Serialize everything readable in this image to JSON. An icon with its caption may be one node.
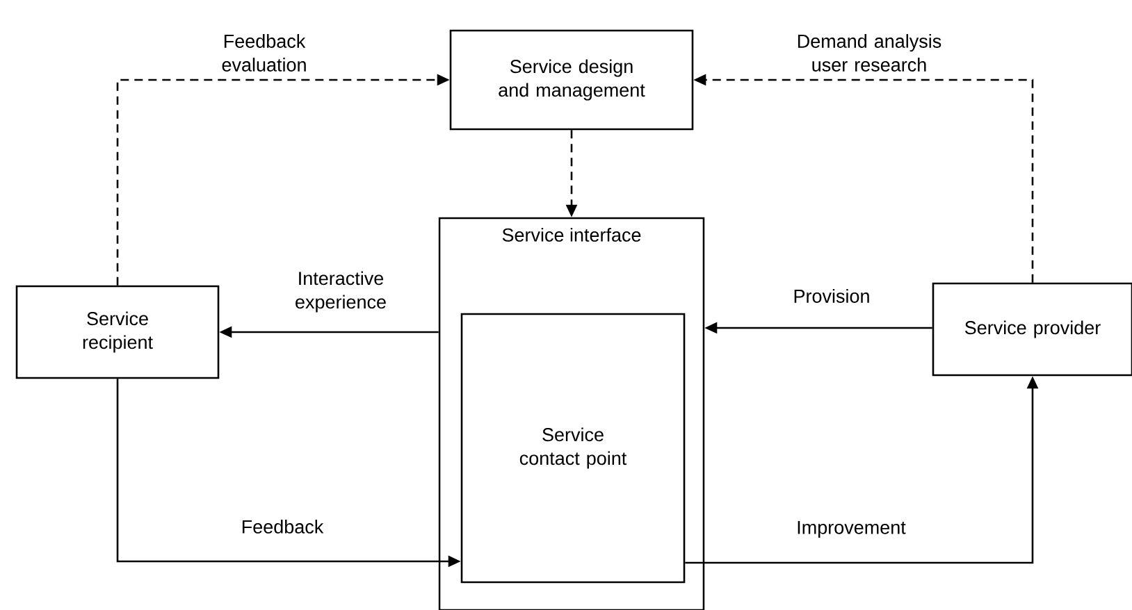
{
  "diagram": {
    "nodes": [
      {
        "text": [
          "Service design and management"
        ]
      },
      {
        "text": [
          "Service interface"
        ]
      },
      {
        "text": [
          "Service contact point"
        ],
        "in": 1
      },
      {
        "text": [
          "Service recipient"
        ]
      },
      {
        "text": [
          "Service provider"
        ]
      }
    ],
    "edges": [
      {
        "from": 3,
        "to": 0,
        "arrow": "to",
        "style": "dashed",
        "label": "Feedback evaluation"
      },
      {
        "from": 4,
        "to": 0,
        "arrow": "to",
        "style": "dashed",
        "label": "Demand analysis user research"
      },
      {
        "from": 0,
        "to": 1,
        "arrow": "to",
        "style": "dashed"
      },
      {
        "from": 1,
        "to": 3,
        "arrow": "to",
        "label": "Interactive experience"
      },
      {
        "from": 4,
        "to": 1,
        "arrow": "to",
        "label": "Provision"
      },
      {
        "from": 3,
        "to": 2,
        "arrow": "to",
        "label": "Feedback"
      },
      {
        "from": 2,
        "to": 4,
        "arrow": "to",
        "label": "Improvement"
      }
    ]
  }
}
